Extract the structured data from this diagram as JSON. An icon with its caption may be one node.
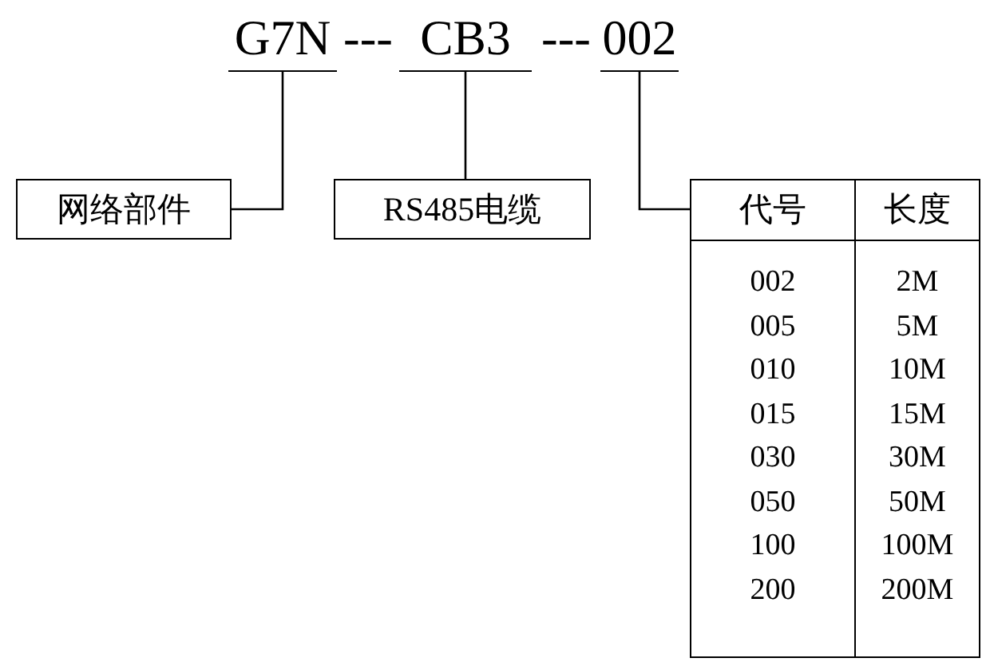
{
  "diagram": {
    "nodes": [
      {
        "text": [
          "G7N"
        ]
      },
      {
        "text": [
          "CB3"
        ]
      },
      {
        "text": [
          "002"
        ]
      },
      {
        "text": [
          "网络部件"
        ]
      },
      {
        "text": [
          "RS485电缆"
        ]
      },
      {
        "text": [
          "代号",
          "长度",
          "002",
          "2M",
          "005",
          "5M",
          "010",
          "10M",
          "015",
          "15M",
          "030",
          "30M",
          "050",
          "50M",
          "100",
          "100M",
          "200",
          "200M"
        ]
      }
    ],
    "edges": [
      {
        "from": 0,
        "to": 3,
        "arrow": "none"
      },
      {
        "from": 1,
        "to": 4,
        "arrow": "none"
      },
      {
        "from": 2,
        "to": 5,
        "arrow": "none"
      }
    ],
    "labels": [
      "---",
      "---"
    ]
  }
}
